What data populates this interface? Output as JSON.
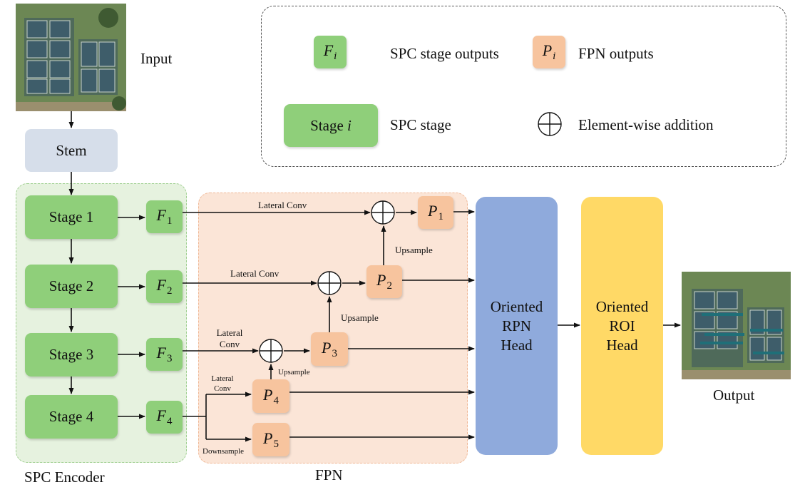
{
  "input": {
    "label": "Input"
  },
  "output": {
    "label": "Output"
  },
  "stem": {
    "label": "Stem"
  },
  "encoder": {
    "label": "SPC Encoder",
    "stages": [
      "Stage 1",
      "Stage 2",
      "Stage 3",
      "Stage 4"
    ],
    "features": [
      {
        "sym": "F",
        "sub": "1"
      },
      {
        "sym": "F",
        "sub": "2"
      },
      {
        "sym": "F",
        "sub": "3"
      },
      {
        "sym": "F",
        "sub": "4"
      }
    ]
  },
  "fpn": {
    "label": "FPN",
    "outputs": [
      {
        "sym": "P",
        "sub": "1"
      },
      {
        "sym": "P",
        "sub": "2"
      },
      {
        "sym": "P",
        "sub": "3"
      },
      {
        "sym": "P",
        "sub": "4"
      },
      {
        "sym": "P",
        "sub": "5"
      }
    ],
    "lateral_conv_1": "Lateral Conv",
    "lateral_conv_2": "Lateral Conv",
    "lateral_conv_3a": "Lateral",
    "lateral_conv_3b": "Conv",
    "lateral_conv_4a": "Lateral",
    "lateral_conv_4b": "Conv",
    "upsample_1": "Upsample",
    "upsample_2": "Upsample",
    "upsample_3": "Upsample",
    "downsample": "Downsample"
  },
  "rpn_head": {
    "line1": "Oriented",
    "line2": "RPN",
    "line3": "Head",
    "color": "#8faadc"
  },
  "roi_head": {
    "line1": "Oriented",
    "line2": "ROI",
    "line3": "Head",
    "color": "#ffd966"
  },
  "legend": {
    "fi_sym": "F",
    "fi_sub": "i",
    "fi_desc": "SPC stage outputs",
    "pi_sym": "P",
    "pi_sub": "i",
    "pi_desc": "FPN outputs",
    "stage_word": "Stage",
    "stage_var": "i",
    "stage_desc": "SPC stage",
    "add_desc": "Element-wise addition"
  }
}
